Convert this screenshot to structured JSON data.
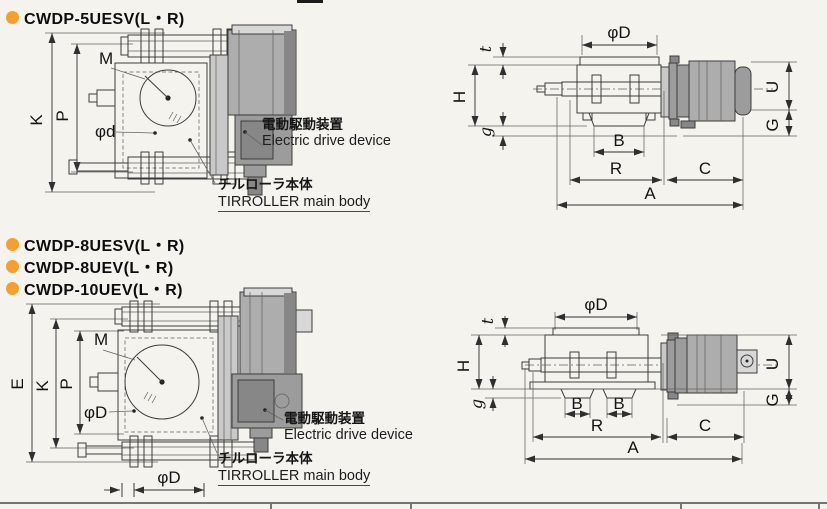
{
  "top_section": {
    "model": "CWDP-5UESV(L・R)"
  },
  "bottom_section": {
    "models": [
      "CWDP-8UESV(L・R)",
      "CWDP-8UEV(L・R)",
      "CWDP-10UEV(L・R)"
    ]
  },
  "callouts": {
    "drive_jp": "電動駆動装置",
    "drive_en": "Electric drive device",
    "body_jp": "チルローラ本体",
    "body_en": "TIRROLLER main body"
  },
  "dims": {
    "M": "M",
    "K": "K",
    "P": "P",
    "E": "E",
    "phi_d": "φd",
    "phi_D": "φD",
    "t": "t",
    "H": "H",
    "g": "g",
    "U": "U",
    "G": "G",
    "B": "B",
    "R": "R",
    "C": "C",
    "A": "A"
  },
  "colors": {
    "bullet_accent": "#f5a02e",
    "line": "#3c3c3c",
    "motor_gray": "#9c9c9c",
    "background": "#f5f3ee"
  }
}
